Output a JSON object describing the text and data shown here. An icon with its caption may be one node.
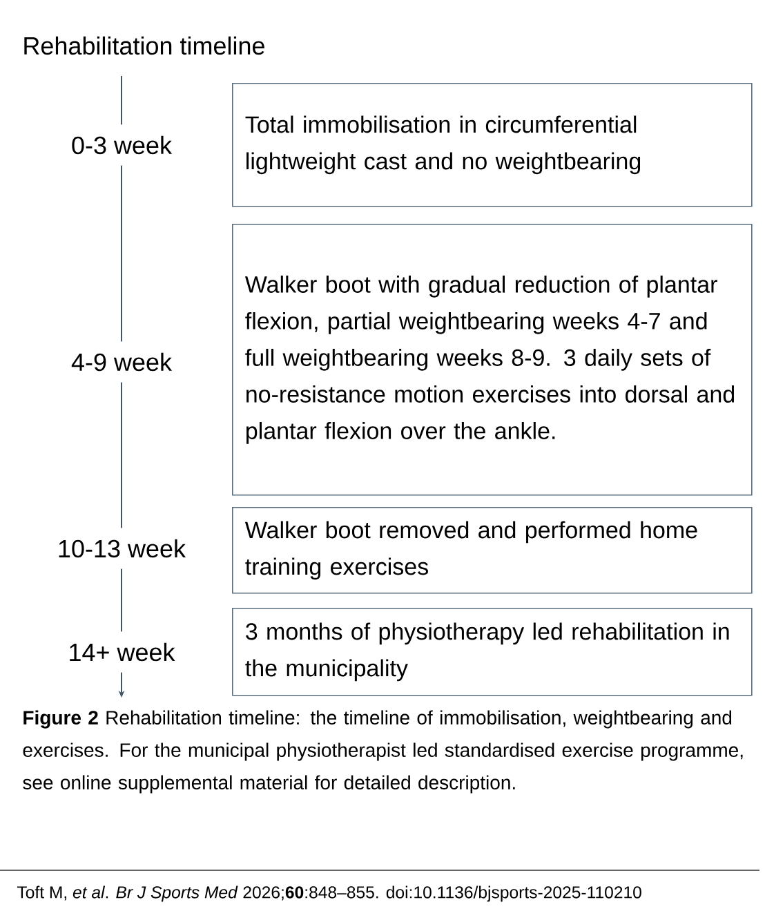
{
  "diagram": {
    "title": "Rehabilitation timeline",
    "caption": "**Figure 2** Rehabilitation timeline: the timeline of immobilisation, weightbearing and exercises. For the municipal physiotherapist led standardised exercise programme, see online supplemental material for detailed description.",
    "nodes": [
      {
        "text": [
          "0-3 week"
        ]
      },
      {
        "text": [
          "Total immobilisation in circumferential lightweight cast and no weightbearing"
        ]
      },
      {
        "text": [
          "4-9 week"
        ]
      },
      {
        "text": [
          "Walker boot with gradual reduction of plantar flexion, partial weightbearing weeks 4-7 and full weightbearing weeks 8-9. 3 daily sets of no-resistance motion exercises into dorsal and plantar flexion over the ankle."
        ]
      },
      {
        "text": [
          "10-13 week"
        ]
      },
      {
        "text": [
          "Walker boot removed and performed home training exercises"
        ]
      },
      {
        "text": [
          "14+ week"
        ]
      },
      {
        "text": [
          "3 months of physiotherapy led rehabilitation in the municipality"
        ]
      }
    ],
    "edges": [
      {
        "from": null,
        "to": 0,
        "arrow": "none"
      },
      {
        "from": 0,
        "to": 2,
        "arrow": "none"
      },
      {
        "from": 2,
        "to": 4,
        "arrow": "none"
      },
      {
        "from": 4,
        "to": 6,
        "arrow": "none"
      },
      {
        "from": 6,
        "to": null,
        "arrow": "to"
      }
    ],
    "labels": [
      "Toft M, *et al*. *Br J Sports Med* 2026;**60**:848–855. doi:10.1136/bjsports-2025-110210"
    ]
  }
}
